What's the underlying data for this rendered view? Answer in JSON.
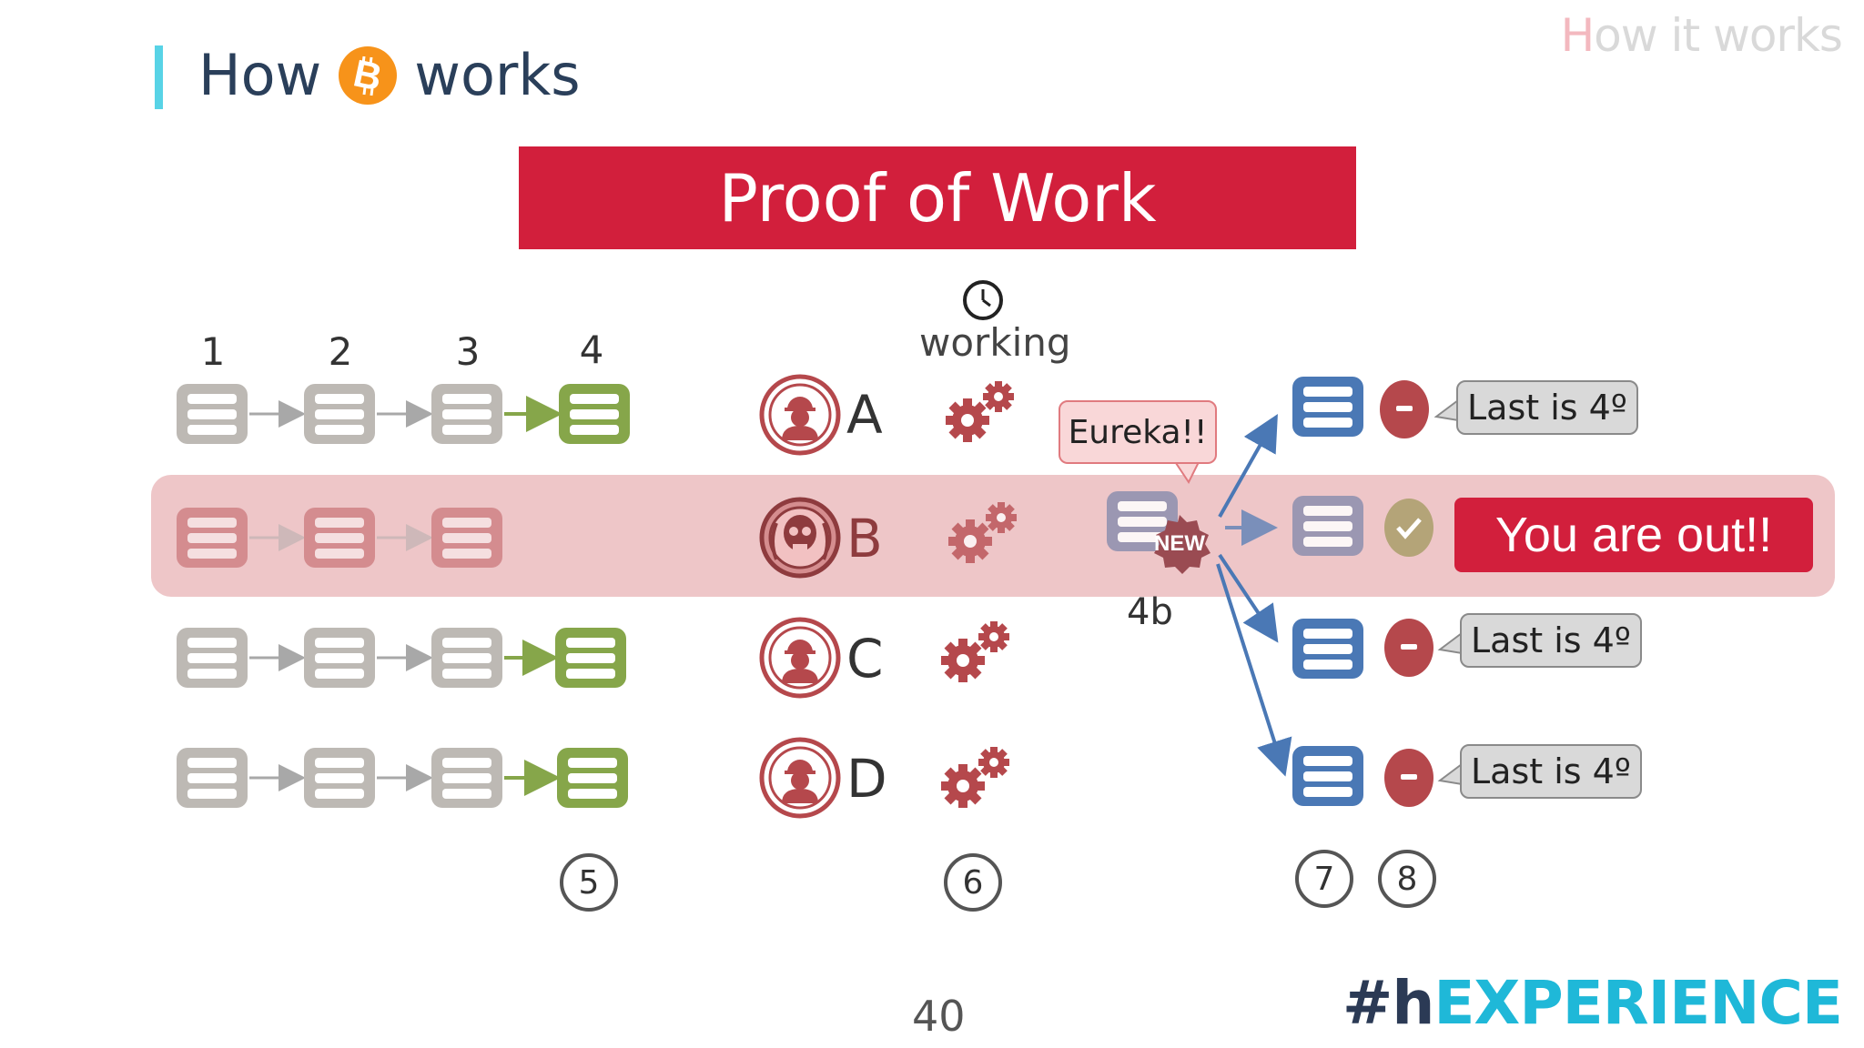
{
  "header": {
    "corner_title_first": "H",
    "corner_title_rest": "ow it works",
    "title_left": "How",
    "title_right": "works",
    "coin_icon": "bitcoin-icon",
    "accent_color": "#58d3e6"
  },
  "banner": {
    "text": "Proof of Work",
    "color": "#d21f3c"
  },
  "chain": {
    "columns": [
      "1",
      "2",
      "3",
      "4"
    ],
    "gray_color": "#bdb9b4",
    "green_color": "#86a64a"
  },
  "miners": [
    {
      "letter": "A",
      "role": "worker-icon"
    },
    {
      "letter": "B",
      "role": "skull-icon"
    },
    {
      "letter": "C",
      "role": "worker-icon"
    },
    {
      "letter": "D",
      "role": "worker-icon"
    }
  ],
  "work": {
    "label": "working",
    "icon": "clock-icon",
    "gear_icon": "gears-icon"
  },
  "new_block": {
    "eureka": "Eureka!!",
    "badge": "NEW",
    "label": "4b"
  },
  "receivers": [
    {
      "message": "Last is 4º",
      "status": "minus"
    },
    {
      "message": "You are out!!",
      "status": "check"
    },
    {
      "message": "Last is 4º",
      "status": "minus"
    },
    {
      "message": "Last is 4º",
      "status": "minus"
    }
  ],
  "steps": [
    "5",
    "6",
    "7",
    "8"
  ],
  "footer": {
    "page_number": "40",
    "brand_prefix": "#h",
    "brand_suffix": "EXPERIENCE"
  },
  "colors": {
    "blue_block": "#4a78b5",
    "red": "#b5484c",
    "highlight": "#eec6c8"
  }
}
